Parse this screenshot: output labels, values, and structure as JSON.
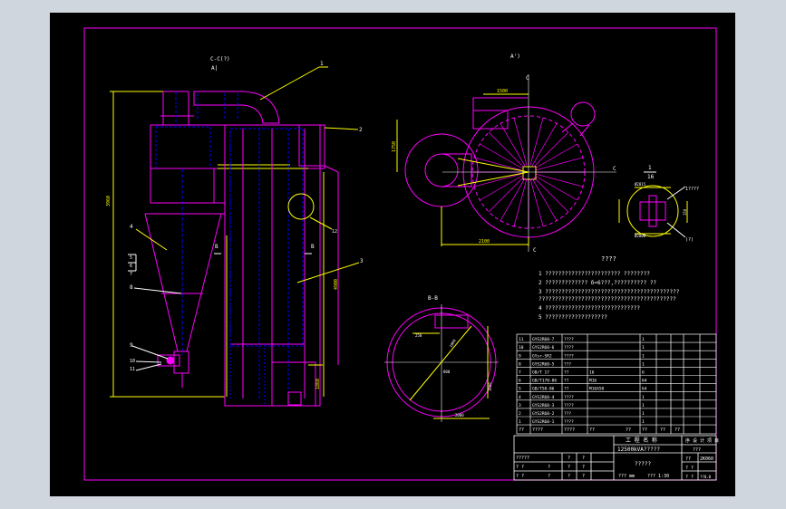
{
  "views": {
    "side_title": "C-C(?)",
    "side_sub": "A|",
    "plan_title": "A')",
    "section_title": "B-B"
  },
  "dims": {
    "height_total": "3960",
    "height_right": "4900",
    "height_bottom": "1860",
    "plan_width": "1500",
    "plan_height": "1750",
    "plan_bottom": "2100",
    "detail_w": "Ø2815",
    "detail_h": "150",
    "detail_b": "Ø2800",
    "sec_top": "250",
    "sec_inner": "1880",
    "sec_bottom": "2000",
    "sec_mid": "800",
    "sec_right": "1000"
  },
  "callouts": [
    "1",
    "2",
    "3",
    "4",
    "5",
    "6",
    "7",
    "8",
    "9",
    "10",
    "11",
    "12"
  ],
  "detail": {
    "label": "1",
    "sub": "16",
    "note": "1???? ",
    "note2": "(?)"
  },
  "section_letters": {
    "b1": "B",
    "b2": "B",
    "c1": "C",
    "c2": "C",
    "c3": "C"
  },
  "notes": {
    "title": "????",
    "lines": [
      "1  ???????????????????????      ????????",
      "2  ?????????????   δ=6???,??????????     ??",
      "3  ?????????????????????????????????????????",
      "   ??????????????????????????????????????????",
      "4  ?????????????????????????????",
      "5  ???????????????????"
    ]
  },
  "bom": {
    "rows": [
      [
        "11",
        "GYS2R60-7",
        "????",
        "",
        "1",
        ""
      ],
      [
        "10",
        "GYS2R60-6",
        "????",
        "",
        "1",
        ""
      ],
      [
        "9",
        "GYsr-SR2",
        "????",
        "",
        "1",
        ""
      ],
      [
        "8",
        "GYS2R60-5",
        "???",
        "",
        "1",
        ""
      ],
      [
        "7",
        "GB/T 17",
        "??",
        "16",
        "6",
        ""
      ],
      [
        "6",
        "GB/T170-86",
        "??",
        "M16",
        "64",
        ""
      ],
      [
        "5",
        "GB/T58-86",
        "??",
        "M16X50",
        "64",
        ""
      ],
      [
        "4",
        "GYS2R60-4",
        "????",
        "",
        "1",
        ""
      ],
      [
        "3",
        "GYS2R60-3",
        "????",
        "",
        "1",
        ""
      ],
      [
        "2",
        "GYS2R60-2",
        "???",
        "",
        "1",
        ""
      ],
      [
        "1",
        "GYS2R60-1",
        "????",
        "",
        "1",
        ""
      ]
    ],
    "header": [
      "??",
      "????",
      "????",
      "??",
      "??",
      "??",
      "??",
      "??"
    ]
  },
  "title_block": {
    "company": "工 程 名 称",
    "design_unit": "序 设 计 项 目",
    "project": "12500kVA?????",
    "stage": "???",
    "drawing_name": "?????",
    "scale": "??? mm",
    "sheet": "??? 1:30",
    "drawing_no": "2K060",
    "rev": "??0.0",
    "left_rows": [
      [
        "?????",
        "",
        "?",
        "?"
      ],
      [
        "?  ?",
        "?",
        "?",
        "?"
      ],
      [
        "?  ?",
        "?",
        "?",
        "?"
      ]
    ],
    "right_rows": [
      [
        "??",
        "",
        ""
      ],
      [
        "?  ?",
        "",
        ""
      ],
      [
        "?  ?",
        "",
        ""
      ]
    ]
  }
}
